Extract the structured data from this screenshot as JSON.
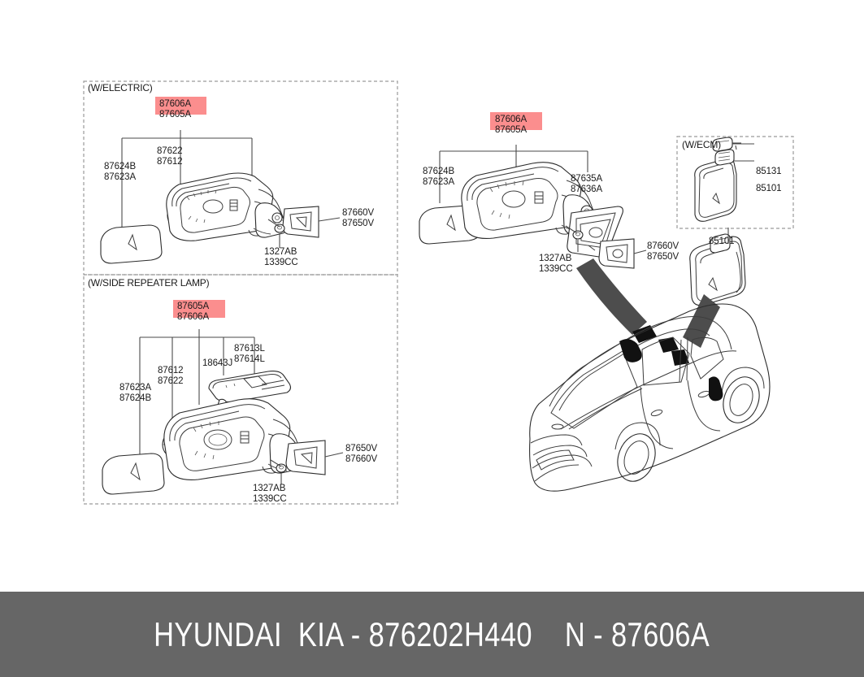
{
  "footer": {
    "brand": "HYUNDAI  KIA",
    "separator": "-",
    "part_number": "876202H440",
    "ref_prefix": "N",
    "ref_number": "87606A",
    "full_text": "HYUNDAI  KIA - 876202H440    N - 87606A",
    "background_color": "#666666",
    "text_color": "#ffffff"
  },
  "highlight_color": "#fb8e8e",
  "panels": [
    {
      "id": "w-electric",
      "title": "(W/ELECTRIC)",
      "highlight": {
        "lines": [
          "87606A",
          "87605A"
        ],
        "highlighted_line": "87606A"
      },
      "labels": [
        {
          "id": "p1-87622",
          "lines": [
            "87622",
            "87612"
          ]
        },
        {
          "id": "p1-87624B",
          "lines": [
            "87624B",
            "87623A"
          ]
        },
        {
          "id": "p1-87660V",
          "lines": [
            "87660V",
            "87650V"
          ]
        },
        {
          "id": "p1-1327AB",
          "lines": [
            "1327AB",
            "1339CC"
          ]
        }
      ]
    },
    {
      "id": "w-side-repeater-lamp",
      "title": "(W/SIDE REPEATER LAMP)",
      "highlight": {
        "lines": [
          "87605A",
          "87606A"
        ],
        "highlighted_line": "87606A"
      },
      "labels": [
        {
          "id": "p2-87613L",
          "lines": [
            "87613L",
            "87614L"
          ]
        },
        {
          "id": "p2-18643J",
          "lines": [
            "18643J"
          ]
        },
        {
          "id": "p2-87612",
          "lines": [
            "87612",
            "87622"
          ]
        },
        {
          "id": "p2-87623A",
          "lines": [
            "87623A",
            "87624B"
          ]
        },
        {
          "id": "p2-87650V",
          "lines": [
            "87650V",
            "87660V"
          ]
        },
        {
          "id": "p2-1327AB",
          "lines": [
            "1327AB",
            "1339CC"
          ]
        }
      ]
    },
    {
      "id": "main-mirror",
      "title": "",
      "highlight": {
        "lines": [
          "87606A",
          "87605A"
        ],
        "highlighted_line": "87606A"
      },
      "labels": [
        {
          "id": "p3-87624B",
          "lines": [
            "87624B",
            "87623A"
          ]
        },
        {
          "id": "p3-87635A",
          "lines": [
            "87635A",
            "87636A"
          ]
        },
        {
          "id": "p3-87660V",
          "lines": [
            "87660V",
            "87650V"
          ]
        },
        {
          "id": "p3-1327AB",
          "lines": [
            "1327AB",
            "1339CC"
          ]
        }
      ]
    },
    {
      "id": "w-ecm",
      "title": "(W/ECM)",
      "labels": [
        {
          "id": "p4-85131",
          "lines": [
            "85131"
          ]
        },
        {
          "id": "p4-85101",
          "lines": [
            "85101"
          ]
        }
      ]
    },
    {
      "id": "inside-mirror",
      "title": "",
      "labels": [
        {
          "id": "p5-85101",
          "lines": [
            "85101"
          ]
        }
      ]
    }
  ],
  "vehicle": {
    "description": "sedan-three-quarter-rear-view"
  }
}
